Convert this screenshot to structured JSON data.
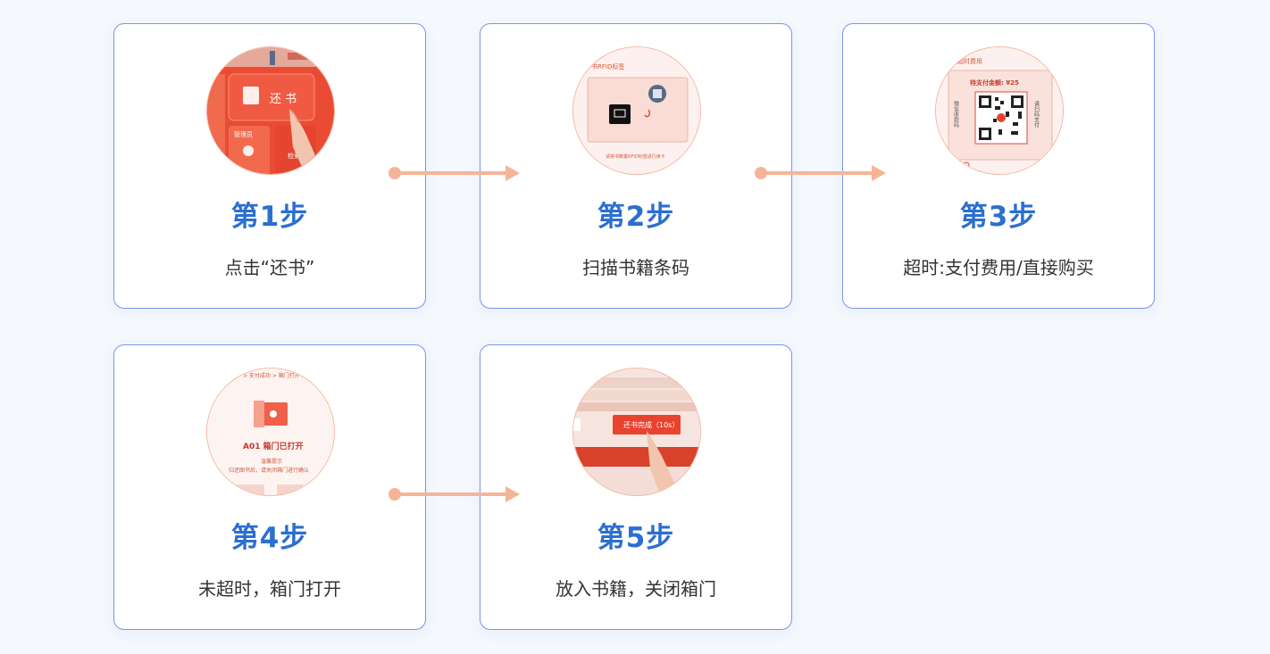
{
  "steps": [
    {
      "title": "第1步",
      "desc": "点击“还书”"
    },
    {
      "title": "第2步",
      "desc": "扫描书籍条码"
    },
    {
      "title": "第3步",
      "desc": "超时:支付费用/直接购买"
    },
    {
      "title": "第4步",
      "desc": "未超时，箱门打开"
    },
    {
      "title": "第5步",
      "desc": "放入书籍，关闭箱门"
    }
  ],
  "thumbs": {
    "step1": {
      "button": "还 书",
      "admin": "管理员",
      "search": "检索"
    },
    "step2": {
      "header": "书RFID标签",
      "footer": "请将书籍置RFID标签进行读卡"
    },
    "step3": {
      "header": "超时费用",
      "amount": "待支付金额: ¥25",
      "left_text": "微信收款码",
      "right_text": "请扫码支付"
    },
    "step4": {
      "breadcrumb": "> 支付成功 > 箱门打开",
      "status": "A01 箱门已打开",
      "tip_title": "温馨提示",
      "tip": "归还图书后，请关闭箱门进行确认"
    },
    "step5": {
      "button": "还书完成（10s）"
    }
  },
  "colors": {
    "title_blue": "#2b6fd0",
    "card_border": "#7b95e6",
    "arrow": "#f6b497",
    "brand_red": "#e8432f"
  }
}
